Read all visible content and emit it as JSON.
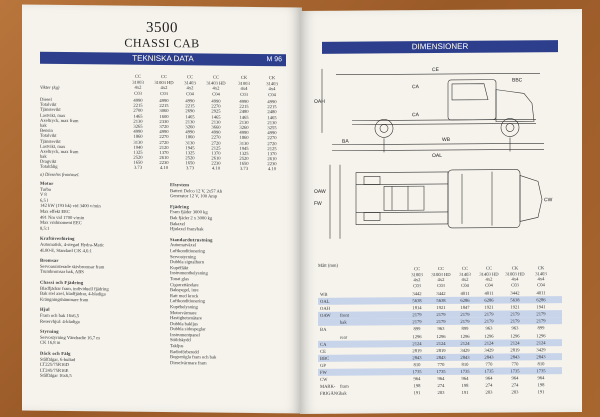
{
  "left": {
    "model": "3500",
    "subtitle": "CHASSI CAB",
    "section": "TEKNISKA DATA",
    "tag": "M 96",
    "columns": [
      [
        "CC",
        "31003",
        "4x2",
        "C03"
      ],
      [
        "CC",
        "31003 HD",
        "4x2",
        "C03"
      ],
      [
        "CC",
        "31403",
        "4x2",
        "C04"
      ],
      [
        "CC",
        "31403 HD",
        "4x2",
        "C04"
      ],
      [
        "CK",
        "31003",
        "4x4",
        "C03"
      ],
      [
        "CK",
        "31403",
        "4x4",
        "C04"
      ]
    ],
    "rows_label": "Vikter (kg)",
    "rows": [
      {
        "label": "Diesel",
        "values": [
          "4990",
          "4990",
          "4990",
          "4990",
          "4990",
          "4990"
        ]
      },
      {
        "label": "Totalvikt",
        "values": [
          "2215",
          "2215",
          "2215",
          "2270",
          "2215",
          "2215"
        ]
      },
      {
        "label": "Tjänstevikt",
        "values": [
          "2700",
          "3060",
          "2690",
          "2925",
          "2480",
          "2480"
        ]
      },
      {
        "label": "Lastvikt, max",
        "values": [
          "1465",
          "1600",
          "1465",
          "1465",
          "1465",
          "1465"
        ]
      },
      {
        "label": "Axeltryck, max fram",
        "values": [
          "2130",
          "2330",
          "2130",
          "2130",
          "2130",
          "2130"
        ]
      },
      {
        "label": "bak",
        "values": [
          "3265",
          "3720",
          "3260",
          "3660",
          "3260",
          "3255"
        ]
      },
      {
        "label": "Bensin",
        "values": [
          "4990",
          "4990",
          "4990",
          "4990",
          "4990",
          "4990"
        ]
      },
      {
        "label": "Totalvikt",
        "values": [
          "1860",
          "2270",
          "1860",
          "2270",
          "1860",
          "2270"
        ]
      },
      {
        "label": "Tjänstevikt",
        "values": [
          "3130",
          "2720",
          "3130",
          "2720",
          "3130",
          "2720"
        ]
      },
      {
        "label": "Lastvikt, max",
        "values": [
          "1940",
          "2120",
          "1945",
          "2125",
          "1945",
          "2125"
        ]
      },
      {
        "label": "Axeltryck, max fram",
        "values": [
          "1325",
          "1370",
          "1325",
          "1370",
          "1325",
          "1370"
        ]
      },
      {
        "label": "bak",
        "values": [
          "2520",
          "2610",
          "2520",
          "2610",
          "2520",
          "2610"
        ]
      },
      {
        "label": "Dragvikt",
        "values": [
          "1650",
          "2230",
          "1650",
          "2230",
          "1650",
          "2230"
        ]
      },
      {
        "label": "Totaltålig",
        "values": [
          "3.73",
          "4.10",
          "3.73",
          "4.10",
          "3.73",
          "4.10"
        ]
      }
    ],
    "footnote": "a) Dieselns frontaxel.",
    "blocks": [
      {
        "head": "Motor",
        "lines": [
          "Turbo",
          "V 8",
          "6,5 l",
          "142 kW (193 hk) vid 3400 v/min",
          "Max effekt EEC",
          "491 Nm vid 1700 v/min",
          "Max vridmoment EEC",
          "8,5:1"
        ]
      },
      {
        "head": "Kraftöverföring",
        "lines": [
          "Automatisk, 4-stegad Hydra-Matic",
          "4L80-E, Standard C/K 4,6:1"
        ]
      },
      {
        "head": "Bromsar",
        "lines": [
          "Servoassisterade skivbromsar fram",
          "Trumbromsar bak, ABS"
        ]
      },
      {
        "head": "Chassi och Fjädring",
        "lines": [
          "Bladfjädrar fram, individuell fjädring",
          "Bak stel axel, bladfjädrar, 4-bladiga",
          "Krängningshämmare fram"
        ]
      },
      {
        "head": "Hjul",
        "lines": [
          "Fram och bak 16x6,5",
          "Reservhjul: 4-bladiga"
        ]
      },
      {
        "head": "Styrning",
        "lines": [
          "Servostyrning Vändradie 16,7 m",
          "CK 16,8 m"
        ]
      },
      {
        "head": "Däck och Fälg",
        "lines": [
          "Stålfälgar, 6-bultad",
          "LT225/75R16D",
          "LT245/75R16E",
          "Stålfälgar 16x6,5"
        ]
      }
    ],
    "blocks_right": [
      {
        "head": "Elsystem",
        "lines": [
          "Batteri Delco 12 V, 2x57 Ah",
          "Generator 12 V, 100 Amp"
        ]
      },
      {
        "head": "Fjädring",
        "lines": [
          "Fram fjäder 3000 kg",
          "Bak fjäder 2 x 3000 kg",
          "Bakaxel",
          "Hjulaxel fram/bak"
        ]
      },
      {
        "head": "Standardutrustning",
        "lines": [
          "Automatväxel",
          "Luftkonditionering",
          "Servostyrning",
          "Dubbla signalhorn",
          "Kupéfläkt",
          "Instrumentbelysning",
          "Tonat glas",
          "Cigarrettändare",
          "Bakspegel, inre",
          "Ratt med krock",
          "Luftkonditionering",
          "Kupébelysning",
          "Motorvärmare",
          "Hastighetsmätare",
          "Dubbla bakljus",
          "Dubbla sidospeglar",
          "Instrumentpanel",
          "Stöldskydd",
          "Takljus",
          "Radioförberedd",
          "Bogserögla fram och bak",
          "Dieselvärmare fram"
        ]
      }
    ]
  },
  "right": {
    "section": "DIMENSIONER",
    "drawing_labels": [
      "CE",
      "BBC",
      "CA",
      "CA",
      "OAH",
      "BA",
      "WB",
      "OAL",
      "OAW",
      "FW",
      "CW"
    ],
    "table_title": "Mått (mm)",
    "columns": [
      [
        "CC",
        "31003",
        "4x2",
        "C03"
      ],
      [
        "CC",
        "31003 HD",
        "4x2",
        "C03"
      ],
      [
        "CC",
        "31403",
        "4x2",
        "C04"
      ],
      [
        "CC",
        "31403 HD",
        "4x2",
        "C04"
      ],
      [
        "CK",
        "31003 HD",
        "4x4",
        "C03"
      ],
      [
        "CK",
        "31403",
        "4x4",
        "C04"
      ]
    ],
    "rows": [
      {
        "label": "WB",
        "sub": "",
        "values": [
          "3442",
          "3442",
          "4011",
          "4011",
          "3442",
          "4011"
        ],
        "shade": false
      },
      {
        "label": "OAL",
        "sub": "",
        "values": [
          "5638",
          "5638",
          "6286",
          "6286",
          "5638",
          "6286"
        ],
        "shade": true
      },
      {
        "label": "OAH",
        "sub": "",
        "values": [
          "1814",
          "1921",
          "1847",
          "1921",
          "1921",
          "1941"
        ],
        "shade": false
      },
      {
        "label": "OAW",
        "sub": "front",
        "values": [
          "2179",
          "2179",
          "2179",
          "2179",
          "2179",
          "2179"
        ],
        "shade": true
      },
      {
        "label": "",
        "sub": "bak",
        "values": [
          "2179",
          "2179",
          "2179",
          "2179",
          "2179",
          "2179"
        ],
        "shade": true
      },
      {
        "label": "BA",
        "sub": "",
        "values": [
          "899",
          "963",
          "899",
          "963",
          "963",
          "899"
        ],
        "shade": false
      },
      {
        "label": "",
        "sub": "rear",
        "values": [
          "1296",
          "1296",
          "1296",
          "1296",
          "1296",
          "1296"
        ],
        "shade": false
      },
      {
        "label": "CA",
        "sub": "",
        "values": [
          "2124",
          "2124",
          "2124",
          "2124",
          "2124",
          "2124"
        ],
        "shade": true
      },
      {
        "label": "CE",
        "sub": "",
        "values": [
          "2819",
          "2819",
          "3429",
          "3429",
          "2819",
          "3429"
        ],
        "shade": false
      },
      {
        "label": "BBC",
        "sub": "",
        "values": [
          "2843",
          "2843",
          "2843",
          "2843",
          "2843",
          "2843"
        ],
        "shade": true
      },
      {
        "label": "GP",
        "sub": "",
        "values": [
          "810",
          "770",
          "810",
          "770",
          "770",
          "810"
        ],
        "shade": false
      },
      {
        "label": "FW",
        "sub": "",
        "values": [
          "1735",
          "1735",
          "1735",
          "1735",
          "1735",
          "1735"
        ],
        "shade": true
      },
      {
        "label": "CW",
        "sub": "",
        "values": [
          "964",
          "964",
          "964",
          "964",
          "964",
          "964"
        ],
        "shade": false
      },
      {
        "label": "MARK-",
        "sub": "fram",
        "values": [
          "198",
          "274",
          "198",
          "274",
          "274",
          "198"
        ],
        "shade": false
      },
      {
        "label": "FRIGÅNG",
        "sub": "bak",
        "values": [
          "191",
          "203",
          "191",
          "203",
          "203",
          "191"
        ],
        "shade": false
      }
    ]
  }
}
